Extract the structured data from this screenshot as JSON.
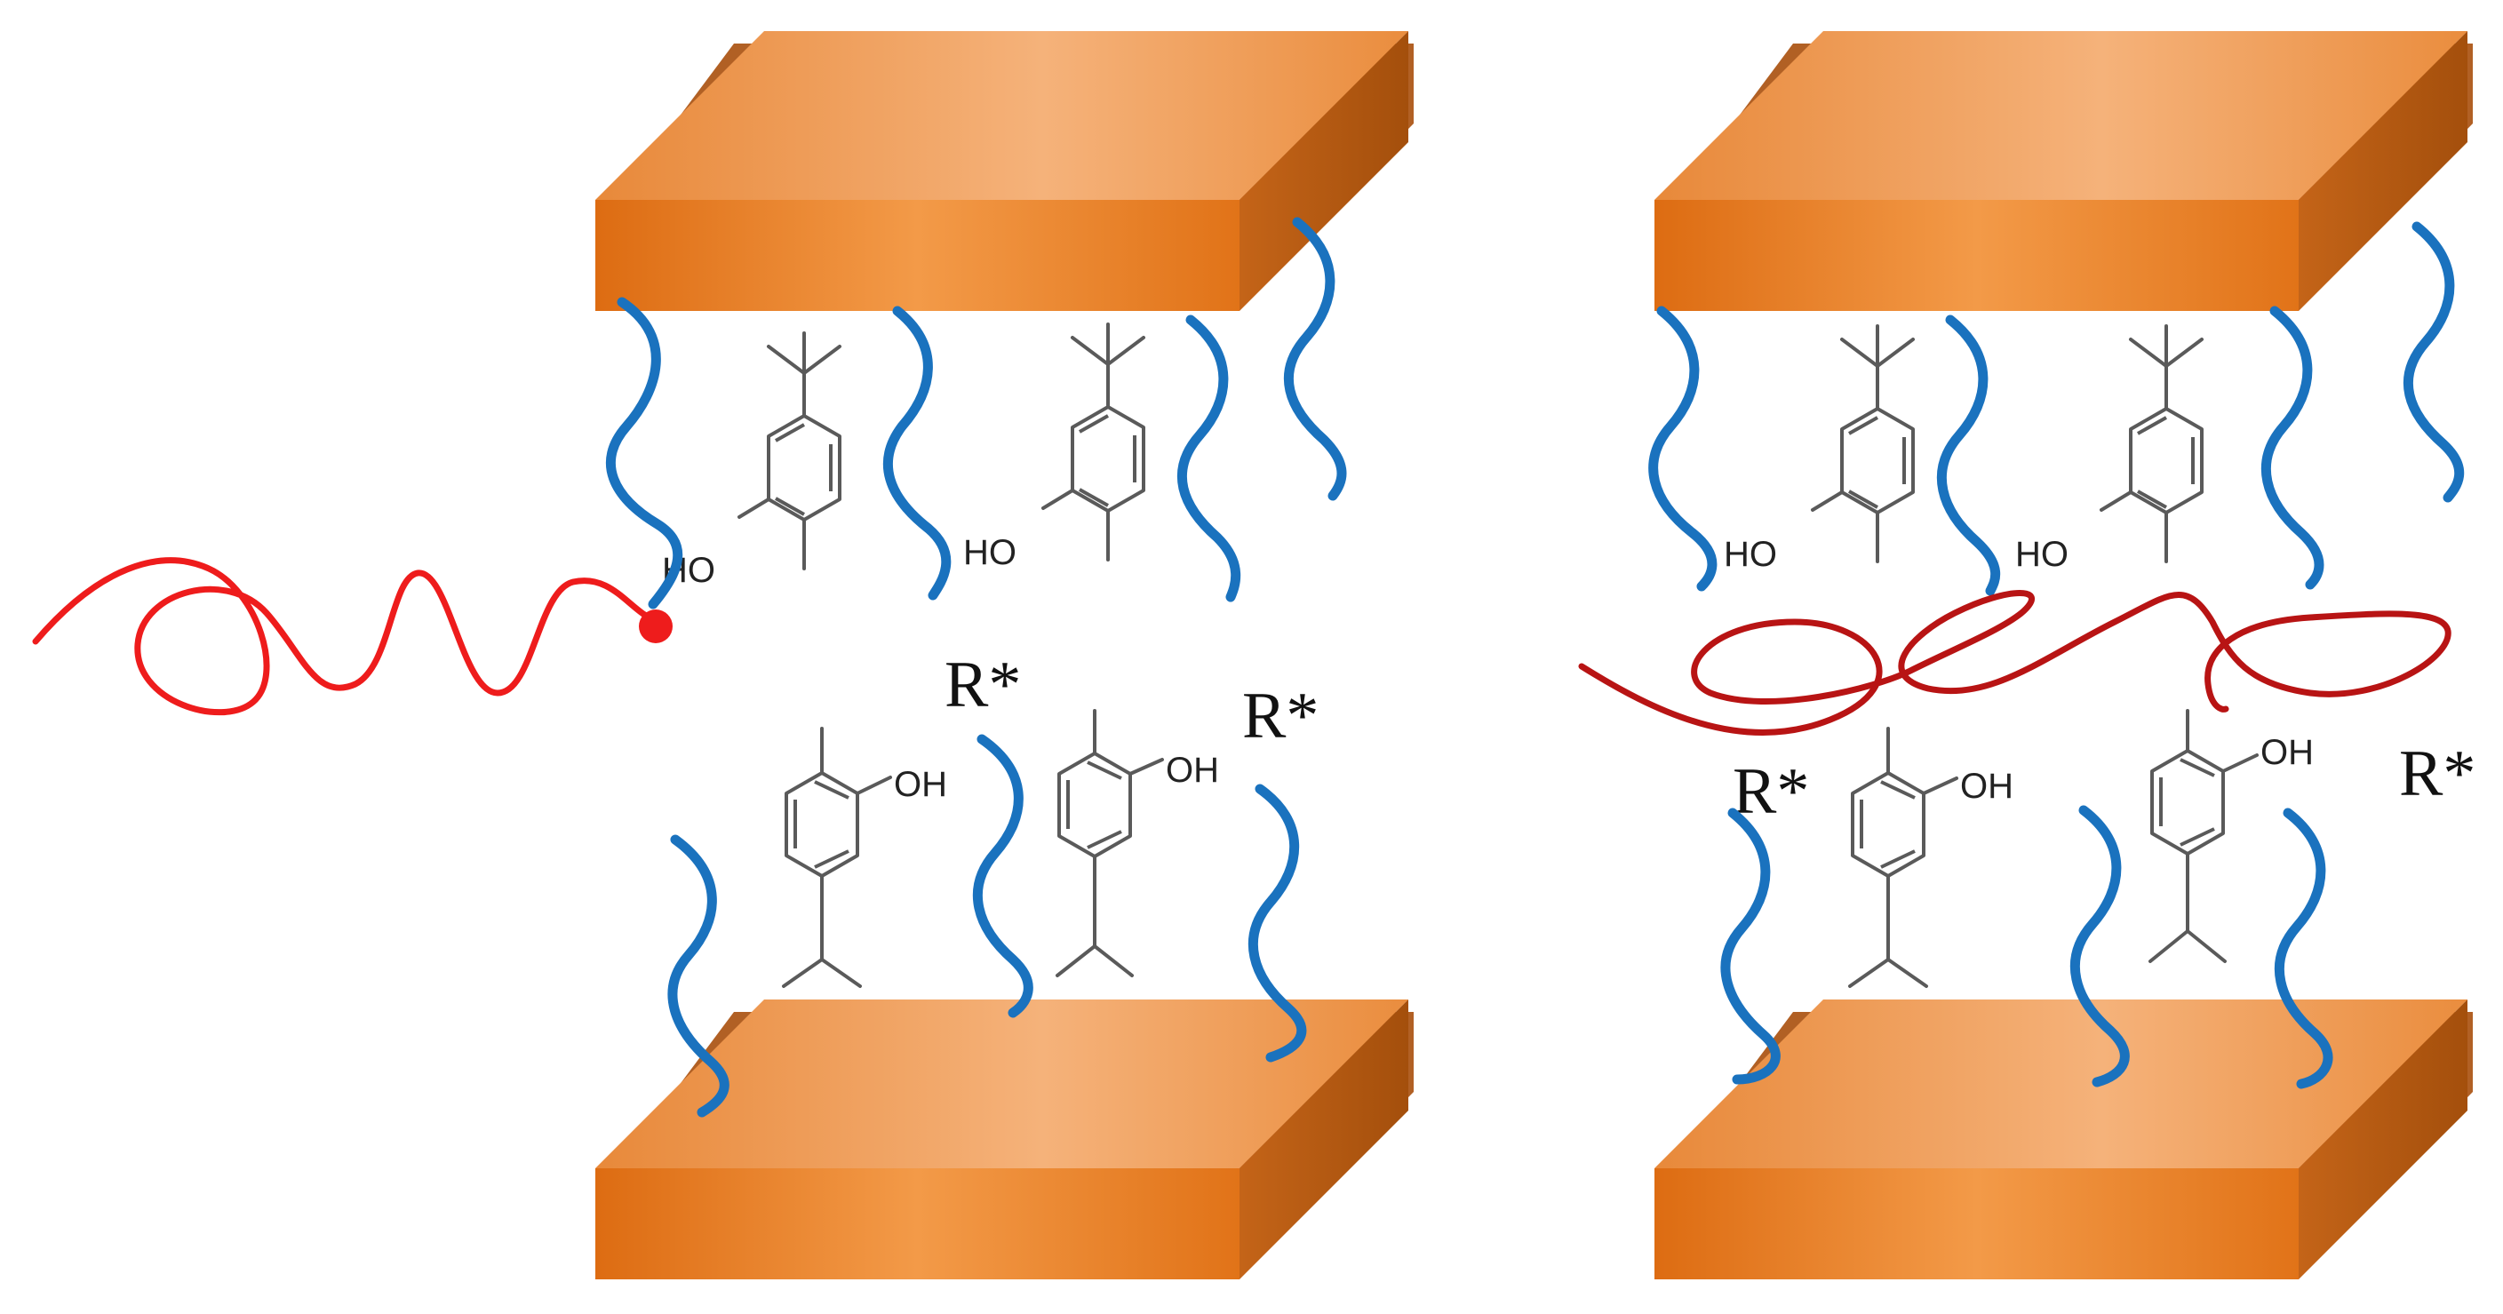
{
  "labels": {
    "radical": "R*",
    "hydroxyl": "HO",
    "hydroxyl_right": "OH"
  },
  "colors": {
    "slab_front": "#e27418",
    "slab_top": "#f0a45e",
    "slab_side": "#b4570f",
    "surfactant_chain": "#1a72be",
    "polymer_chain_free": "#ee1c1c",
    "polymer_chain_intercalated": "#b81414",
    "molecule_stroke": "#5a5a5a"
  },
  "icons": {
    "slab": "clay-platelet",
    "surfactant": "wavy-alkyl-chain",
    "molecule": "thymol-structure",
    "polymer": "polymer-coil",
    "chain_end": "radical-dot"
  }
}
